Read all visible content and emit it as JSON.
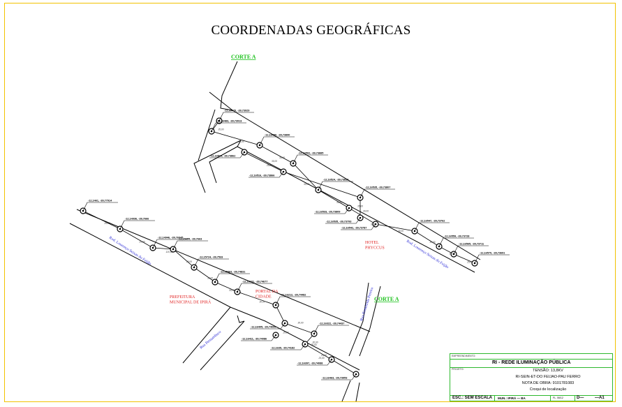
{
  "title": "COORDENADAS GEOGRÁFICAS",
  "colors": {
    "frame": "#f2c200",
    "titleblock": "#2db82d",
    "road_label": "#2a2ad6",
    "place_label": "#e02020",
    "corte": "#1ec21e"
  },
  "corte_labels": [
    "CORTE A",
    "CORTE A"
  ],
  "street_labels": {
    "rod_upper": "Rod. Lourenço Seixas do Feijão",
    "rod_lower": "Rod. Lourenço Seixas do Feijão",
    "rua_left": "Rua Pernambuco",
    "rua_right": "Rua Ermelinda Pereira"
  },
  "place_labels": {
    "hotel": [
      "HOTEL",
      "PHYCCUS"
    ],
    "portal": [
      "PORTAL DA",
      "CIDADE"
    ],
    "prefeitura": [
      "PREFEITURA",
      "MUNICIPAL DE IPIRÁ"
    ]
  },
  "poles": [
    {
      "coord": "-12,16470, -39,73929",
      "span": ""
    },
    {
      "coord": "-12,16483, -39,73913",
      "span": "35,00"
    },
    {
      "coord": "-12,16490, -39,73890",
      "span": "32,00"
    },
    {
      "coord": "-12,16502, -39,73885",
      "span": "30,00"
    },
    {
      "coord": "-12,16514, -39,73862",
      "span": "35,00"
    },
    {
      "coord": "-12,16516, -39,73866",
      "span": "25,00"
    },
    {
      "coord": "-12,16524, -39,73832",
      "span": "30,00"
    },
    {
      "coord": "-12,16533, -39,73809",
      "span": "30,00"
    },
    {
      "coord": "-12,16535, -39,73807",
      "span": "35,00"
    },
    {
      "coord": "-12,16535, -39,73793",
      "span": "30,00"
    },
    {
      "coord": "-12,16542, -39,73787",
      "span": "35,00"
    },
    {
      "coord": "-12,16547, -39,73762",
      "span": "30,00"
    },
    {
      "coord": "-12,16559, -39,73728",
      "span": "30,00"
    },
    {
      "coord": "-12,16565, -39,73711",
      "span": "35,00"
    },
    {
      "coord": "-12,16570, -39,73691",
      "span": "25,00"
    },
    {
      "coord": "-12,1461, -39,77914",
      "span": ""
    },
    {
      "coord": "-12,14936, -39,7666",
      "span": "25,00"
    },
    {
      "coord": "-12,14946, -39,76945",
      "span": "25,00"
    },
    {
      "coord": "-12,15055, -39,7663",
      "span": "120,00"
    },
    {
      "coord": "-12,15724, -39,7533",
      "span": "25,00"
    },
    {
      "coord": "-12,15863, -39,74831",
      "span": "30,00"
    },
    {
      "coord": "-12,16101, -39,74677",
      "span": "30,00"
    },
    {
      "coord": "-12,16212, -39,74482",
      "span": "30,00"
    },
    {
      "coord": "-12,16322, -39,74437",
      "span": "30,00"
    },
    {
      "coord": "-12,1639, -39,74182",
      "span": "30,00"
    },
    {
      "coord": "-12,16397, -39,74088",
      "span": "25,00"
    },
    {
      "coord": "-12,16405, -39,74099",
      "span": "20,00"
    },
    {
      "coord": "-12,16411, -39,74086",
      "span": "25,00"
    },
    {
      "coord": "-12,16463, -39,73953",
      "span": "25,00"
    }
  ],
  "titleblock": {
    "company_label": "EMPREENDIMENTO:",
    "system": "RI - REDE ILUMINAÇÃO PÚBLICA",
    "project_label": "PROJETO:",
    "lines": [
      "TENSÃO: 13,8KV",
      "RI-SEIN-ET-DO FEIJAO-PAU FERRO",
      "NOTA DE OBRA: 9101781083",
      "Croqui de localização"
    ],
    "scale": "ESC.: SEM ESCALA",
    "municipality": "MUN.: IPIRÁ — BA",
    "fl": "FL. 06/12",
    "doc": "D—",
    "size": "—A1"
  }
}
